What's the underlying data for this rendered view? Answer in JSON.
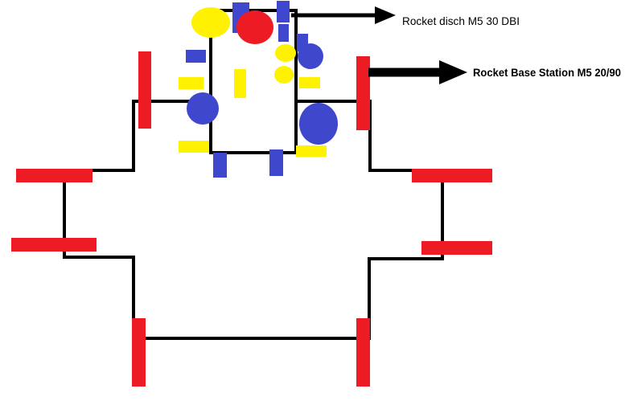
{
  "colors": {
    "red": "#ED1C24",
    "yellow": "#FFF200",
    "blue": "#3F48CC",
    "line": "#000000",
    "background": "#FFFFFF"
  },
  "annotations": [
    {
      "label": "Rocket disch M5 30 DBI",
      "arrow_style": "thin"
    },
    {
      "label": "Rocket Base Station M5 20/90",
      "arrow_style": "thick"
    }
  ]
}
